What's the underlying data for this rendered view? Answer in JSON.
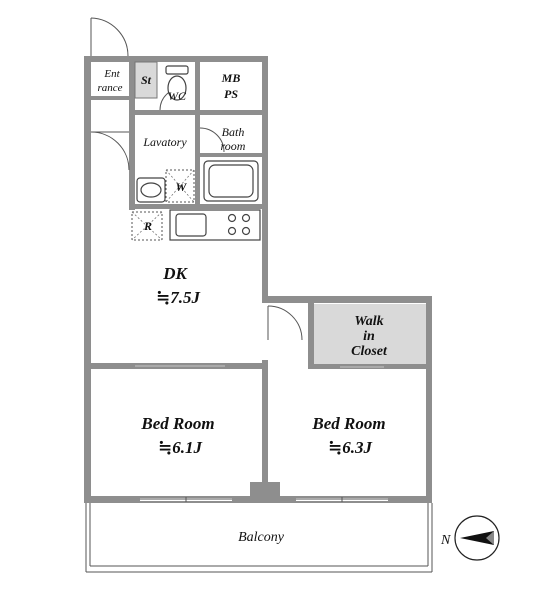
{
  "floorplan": {
    "rooms": {
      "entrance_line1": "Ent",
      "entrance_line2": "rance",
      "storage": "St",
      "wc": "WC",
      "mb_line1": "MB",
      "mb_line2": "PS",
      "lavatory": "Lavatory",
      "bath_line1": "Bath",
      "bath_line2": "room",
      "washer": "W",
      "refrigerator": "R",
      "dk_name": "DK",
      "dk_size": "≒7.5J",
      "walkin_line1": "Walk",
      "walkin_line2": "in",
      "walkin_line3": "Closet",
      "bed1_name": "Bed Room",
      "bed1_size": "≒6.1J",
      "bed2_name": "Bed Room",
      "bed2_size": "≒6.3J",
      "balcony": "Balcony"
    },
    "compass": {
      "label": "N"
    },
    "colors": {
      "wall": "#8e8e8e",
      "closet_fill": "#d9d9d9",
      "background": "#ffffff"
    }
  }
}
